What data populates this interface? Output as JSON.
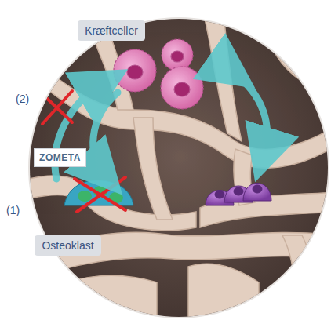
{
  "diagram": {
    "nodes": [
      {
        "text": [
          "Kræftceller"
        ]
      },
      {
        "text": [
          "ZOMETA"
        ]
      },
      {
        "text": [
          "Osteoklast"
        ]
      }
    ],
    "labels": [
      "(2)",
      "(1)"
    ]
  }
}
